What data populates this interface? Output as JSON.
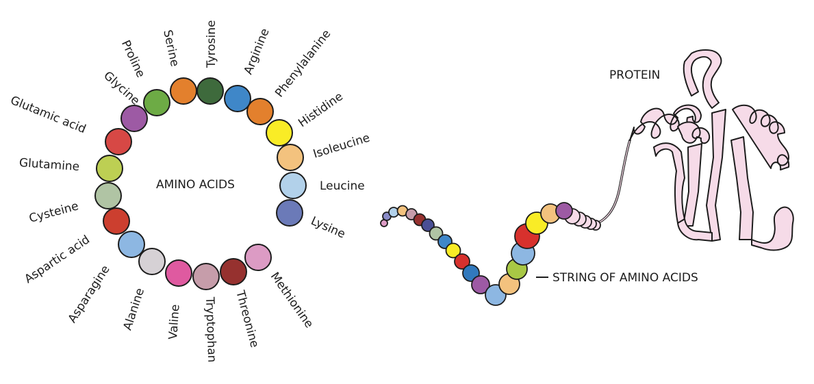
{
  "titles": {
    "amino_acids": "AMINO ACIDS",
    "protein": "PROTEIN",
    "string": "STRING OF AMINO ACIDS"
  },
  "amino_acids": [
    {
      "name": "Glycine",
      "color": "#9d5aa4"
    },
    {
      "name": "Proline",
      "color": "#6dab45"
    },
    {
      "name": "Serine",
      "color": "#e3802d"
    },
    {
      "name": "Tyrosine",
      "color": "#3e6a3c"
    },
    {
      "name": "Arginine",
      "color": "#3f87c8"
    },
    {
      "name": "Phenylalanine",
      "color": "#e3802d"
    },
    {
      "name": "Histidine",
      "color": "#f9ec26"
    },
    {
      "name": "Isoleucine",
      "color": "#f3c27e"
    },
    {
      "name": "Leucine",
      "color": "#b2d1ea"
    },
    {
      "name": "Lysine",
      "color": "#6b7ab8"
    },
    {
      "name": "Methionine",
      "color": "#dc9bc4"
    },
    {
      "name": "Threonine",
      "color": "#96312f"
    },
    {
      "name": "Tryptophan",
      "color": "#c69daa"
    },
    {
      "name": "Valine",
      "color": "#df5aa0"
    },
    {
      "name": "Alanine",
      "color": "#d6d1d5"
    },
    {
      "name": "Asparagine",
      "color": "#8db7e2"
    },
    {
      "name": "Aspartic acid",
      "color": "#cc3f2f"
    },
    {
      "name": "Cysteine",
      "color": "#b0c4a4"
    },
    {
      "name": "Glutamine",
      "color": "#bdcf53"
    },
    {
      "name": "Glutamic acid",
      "color": "#d74845"
    }
  ],
  "chain_colors": [
    "#dc9bc4",
    "#8a8cc8",
    "#b2d1ea",
    "#f3c27e",
    "#c69daa",
    "#96312f",
    "#4a4f95",
    "#b0c4a4",
    "#3f87c8",
    "#f9ec26",
    "#d7312d",
    "#3179bd",
    "#9d5aa4",
    "#8db7e2",
    "#f3c27e",
    "#a8c845",
    "#8db7e2",
    "#d7312d",
    "#f9ec26",
    "#f3c27e",
    "#9d5aa4"
  ],
  "protein_color": "#f6dbe8"
}
